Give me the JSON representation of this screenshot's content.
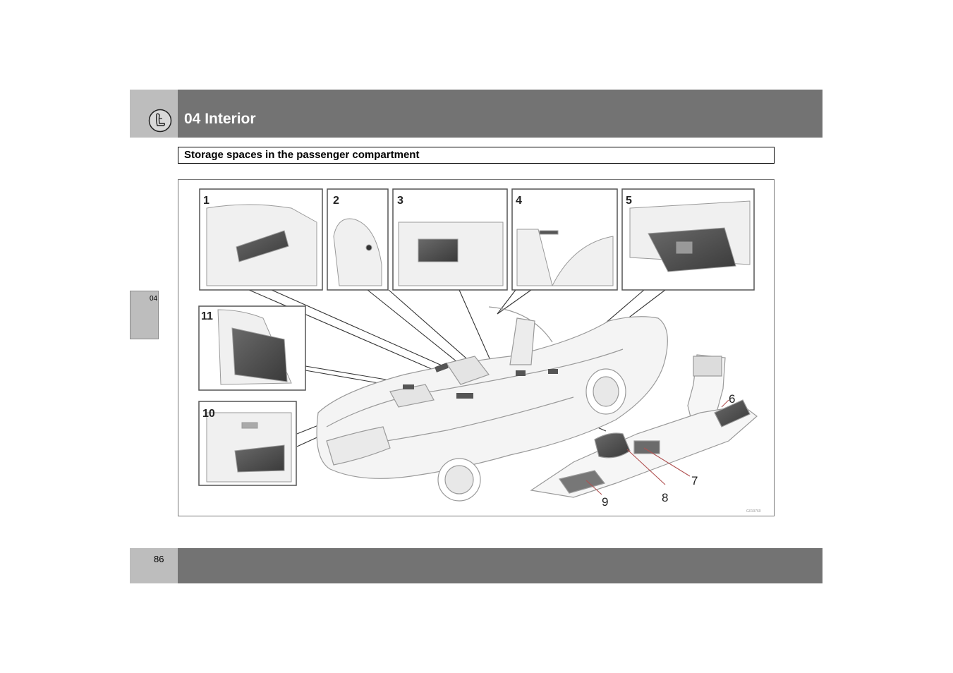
{
  "chapter": {
    "title": "04 Interior",
    "icon": "seat-icon"
  },
  "section": {
    "title": "Storage spaces in the passenger compartment"
  },
  "side_tab": {
    "label": "04"
  },
  "figure": {
    "insets": [
      "1",
      "2",
      "3",
      "4",
      "5",
      "11",
      "10"
    ],
    "callouts": [
      "6",
      "7",
      "8",
      "9"
    ],
    "code": "G019760"
  },
  "footer": {
    "page_number": "86"
  },
  "colors": {
    "band": "#737373",
    "tab": "#bdbdbd"
  }
}
